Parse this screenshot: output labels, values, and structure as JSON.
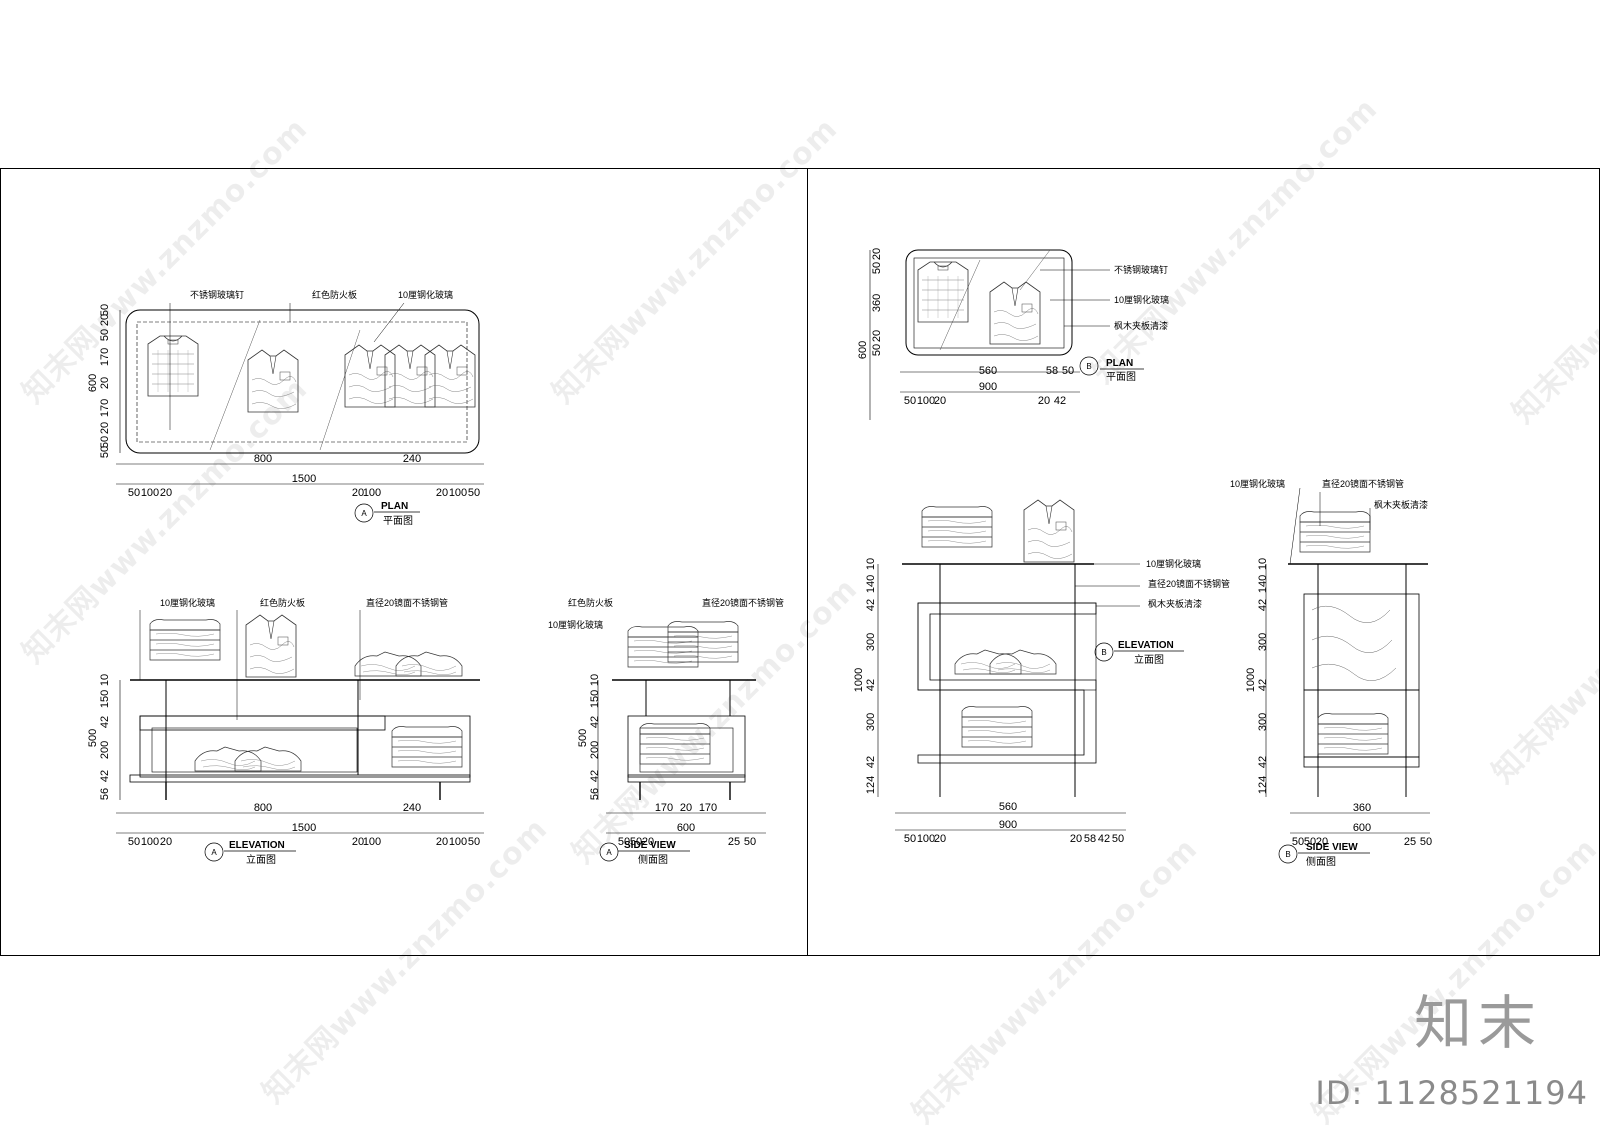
{
  "watermark": "知末网www.znzmo.com",
  "brand": {
    "name": "知末",
    "id_text": "ID: 1128521194"
  },
  "titles": {
    "plan_a": {
      "circle": "A",
      "en": "PLAN",
      "cn": "平面图"
    },
    "elev_a": {
      "circle": "A",
      "en": "ELEVATION",
      "cn": "立面图"
    },
    "side_a": {
      "circle": "A",
      "en": "SIDE VIEW",
      "cn": "侧面图"
    },
    "plan_b": {
      "circle": "B",
      "en": "PLAN",
      "cn": "平面图"
    },
    "elev_b": {
      "circle": "B",
      "en": "ELEVATION",
      "cn": "立面图"
    },
    "side_b": {
      "circle": "B",
      "en": "SIDE VIEW",
      "cn": "侧面图"
    }
  },
  "labels": {
    "plan_a": [
      "不锈钢玻璃钉",
      "红色防火板",
      "10厘钢化玻璃"
    ],
    "elev_a": [
      "10厘钢化玻璃",
      "红色防火板",
      "直径20镜面不锈钢管"
    ],
    "side_a": [
      "红色防火板",
      "10厘钢化玻璃",
      "直径20镜面不锈钢管"
    ],
    "plan_b": [
      "不锈钢玻璃钉",
      "10厘钢化玻璃",
      "枫木夹板清漆"
    ],
    "elev_b": [
      "10厘钢化玻璃",
      "直径20镜面不锈钢管",
      "枫木夹板清漆"
    ],
    "side_b": [
      "10厘钢化玻璃",
      "直径20镜面不锈钢管",
      "枫木夹板清漆"
    ]
  },
  "dims": {
    "plan_a": {
      "top": [
        "800",
        "240"
      ],
      "total": "1500",
      "bottom": [
        "50",
        "100",
        "20",
        "20",
        "100",
        "20",
        "100",
        "50"
      ],
      "vertical": [
        "600",
        "20",
        "50",
        "50",
        "170",
        "20",
        "170",
        "20",
        "50",
        "50"
      ]
    },
    "elev_a": {
      "top": [
        "800",
        "240"
      ],
      "total": "1500",
      "bottom": [
        "50",
        "100",
        "20",
        "20",
        "100",
        "20",
        "100",
        "50"
      ],
      "vertical": [
        "500",
        "10",
        "150",
        "42",
        "200",
        "42",
        "56"
      ]
    },
    "side_a": {
      "top": [
        "170",
        "20",
        "170"
      ],
      "total": "600",
      "bottom": [
        "50",
        "50",
        "20",
        "25",
        "50"
      ],
      "vertical": [
        "500",
        "10",
        "150",
        "42",
        "200",
        "42",
        "56"
      ]
    },
    "plan_b": {
      "top": [
        "560",
        "58",
        "50"
      ],
      "total": "900",
      "bottom": [
        "50",
        "100",
        "20",
        "20",
        "42"
      ],
      "vertical": [
        "600",
        "20",
        "50",
        "360",
        "20",
        "50"
      ]
    },
    "elev_b": {
      "top": [
        "560"
      ],
      "total": "900",
      "bottom": [
        "50",
        "100",
        "20",
        "20",
        "58",
        "42",
        "50"
      ],
      "vertical": [
        "1000",
        "10",
        "140",
        "42",
        "300",
        "42",
        "300",
        "42",
        "124"
      ]
    },
    "side_b": {
      "top": [
        "360"
      ],
      "total": "600",
      "bottom": [
        "50",
        "50",
        "20",
        "25",
        "50"
      ],
      "vertical": [
        "1000",
        "10",
        "140",
        "42",
        "300",
        "42",
        "300",
        "42",
        "124"
      ]
    }
  }
}
